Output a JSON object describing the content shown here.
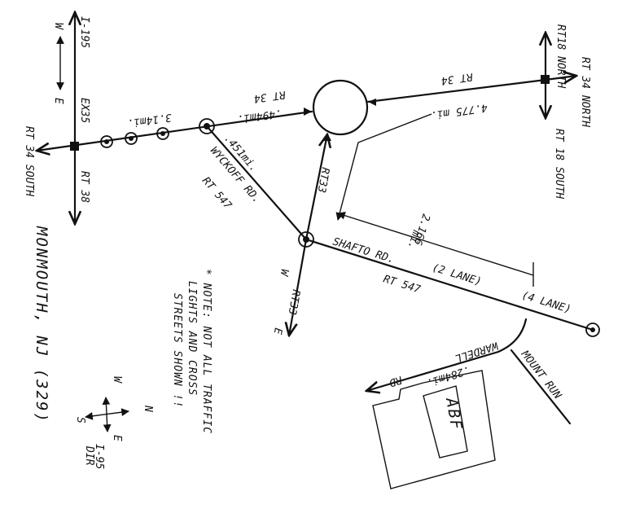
{
  "map": {
    "highway_i195": "I-195",
    "exit": "EX35",
    "rt34_south": "RT 34 SOUTH",
    "rt38": "RT 38",
    "rt34_mid": "RT 34",
    "rt34_top": "RT 34",
    "rt18_north": "RT18 NORTH",
    "rt34_north": "RT 34 NORTH",
    "rt18_south": "RT 18 SOUTH",
    "rt33_upper": "RT33",
    "rt33_lower": "RT33",
    "wyckoff": "WYCKOFF RD.",
    "rt547_upper": "RT 547",
    "shafto": "SHAFTO RD.",
    "shafto_lanes": "(2 LANE)",
    "rt547_lower": "RT 547",
    "four_lane": "(4 LANE)",
    "wardell": "WARDELL",
    "wardell_rd": "RD",
    "mount_run": "MOUNT RUN",
    "building": "ABF",
    "dist_314": "3.14mi.",
    "dist_494": ".494mi.",
    "dist_451": ".451mi.",
    "dist_4775": "4.775 mi.",
    "dist_2166a": "2.166",
    "dist_2166b": "mi.",
    "dist_284": ".284mi.",
    "dir_w": "W",
    "dir_e": "E",
    "dir_n": "N",
    "dir_s": "S",
    "title": "MONMOUTH, NJ (329)",
    "note_line1": "* NOTE: NOT ALL TRAFFIC",
    "note_line2": "LIGHTS AND CROSS",
    "note_line3": "STREETS SHOWN !!",
    "compass_note1": "I-95",
    "compass_note2": "DIR"
  }
}
